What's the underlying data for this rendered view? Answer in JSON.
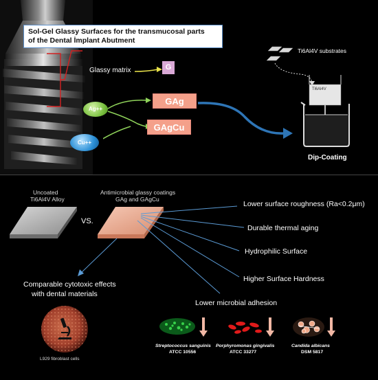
{
  "title": {
    "line1": "Sol-Gel Glassy Surfaces for the transmucosal parts",
    "line2": "of the Dental İmplant Abutment"
  },
  "synthesis": {
    "glassy_matrix_label": "Glassy matrix",
    "g_label": "G",
    "gag_label": "GAg",
    "gagcu_label": "GAgCu",
    "ag_ion": "Ag++",
    "cu_ion": "Cu++"
  },
  "coating": {
    "substrates_label": "Ti6Al4V substrates",
    "sample_label": "Ti6Al4V",
    "dip_coating_label": "Dip-Coating"
  },
  "comparison": {
    "uncoated_line1": "Uncoated",
    "uncoated_line2": "Ti6Al4V Alloy",
    "vs_label": "VS.",
    "coated_line1": "Antimicrobial glassy coatings",
    "coated_line2": "GAg and GAgCu"
  },
  "properties": [
    "Lower surface roughness (Ra<0.2μm)",
    "Durable thermal aging",
    "Hydrophilic Surface",
    "Higher Surface Hardness"
  ],
  "cytotoxicity": {
    "line1": "Comparable cytotoxic effects",
    "line2": "with dental materials",
    "cells_label": "L929 fibroblast cells"
  },
  "microbial": {
    "heading": "Lower microbial adhesion",
    "organisms": [
      {
        "name": "Streptococcus sanguinis",
        "id": "ATCC 10556"
      },
      {
        "name": "Porphyromonas gingivalis",
        "id": "ATCC 33277"
      },
      {
        "name": "Candida albicans",
        "id": "DSM 5817"
      }
    ]
  },
  "colors": {
    "pill_fill": "#f4a08a",
    "ag_ion": "#7cc242",
    "cu_ion": "#2b8fd6",
    "g_box": "#d9a8d6",
    "down_arrow": "#f2b8a5"
  }
}
